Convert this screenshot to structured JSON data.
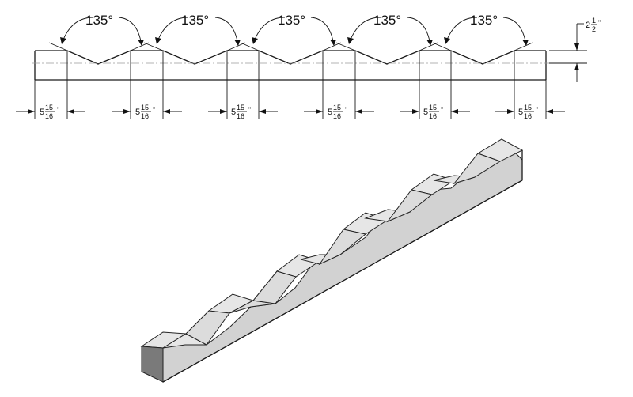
{
  "drawing": {
    "angle_label": "135°",
    "angle_count": 5,
    "spacing_whole": "5",
    "spacing_num": "15",
    "spacing_den": "16",
    "spacing_unit": "\"",
    "spacing_count": 6,
    "height_whole": "2",
    "height_num": "1",
    "height_den": "2",
    "height_unit": "\""
  }
}
